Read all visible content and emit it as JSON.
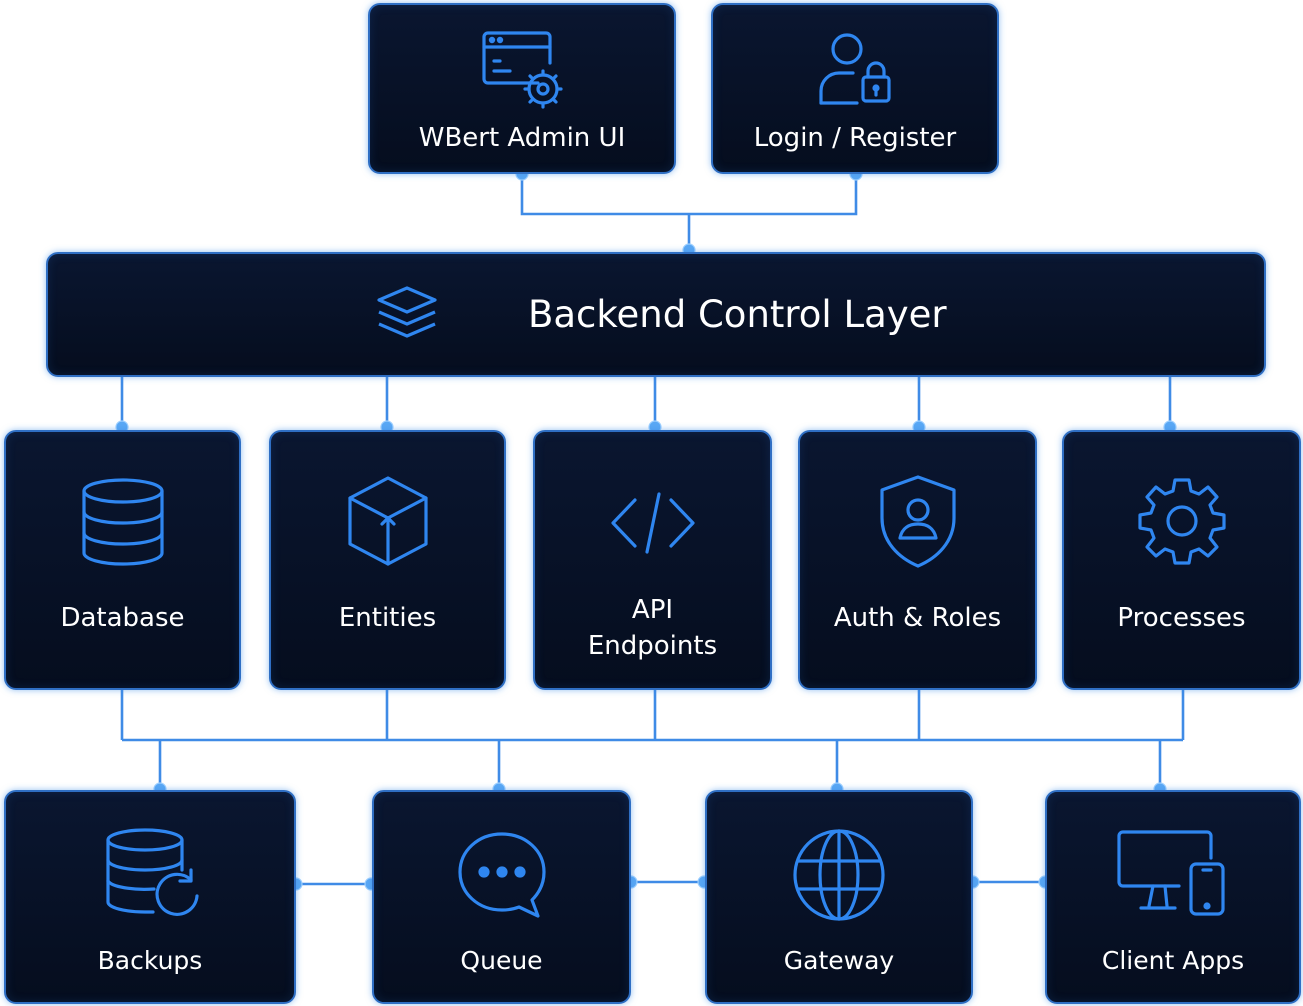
{
  "colors": {
    "line": "#3f8be6",
    "node_border": "#2f6fc4",
    "node_fill": "#061026",
    "icon_stroke": "#2f86f0",
    "text": "#ffffff"
  },
  "top_nodes": [
    {
      "id": "admin",
      "label": "WBert Admin UI",
      "icon": "browser-gear-icon"
    },
    {
      "id": "login",
      "label": "Login / Register",
      "icon": "user-lock-icon"
    }
  ],
  "control_layer": {
    "label": "Backend Control Layer",
    "icon": "layers-icon"
  },
  "components": [
    {
      "id": "database",
      "label": "Database",
      "icon": "database-icon"
    },
    {
      "id": "entities",
      "label": "Entities",
      "icon": "cube-icon"
    },
    {
      "id": "api",
      "label": "API\nEndpoints",
      "icon": "code-icon"
    },
    {
      "id": "auth",
      "label": "Auth & Roles",
      "icon": "shield-user-icon"
    },
    {
      "id": "processes",
      "label": "Processes",
      "icon": "gear-icon"
    }
  ],
  "services": [
    {
      "id": "backups",
      "label": "Backups",
      "icon": "database-refresh-icon"
    },
    {
      "id": "queue",
      "label": "Queue",
      "icon": "chat-bubble-icon"
    },
    {
      "id": "gateway",
      "label": "Gateway",
      "icon": "globe-icon"
    },
    {
      "id": "client",
      "label": "Client Apps",
      "icon": "devices-icon"
    }
  ]
}
